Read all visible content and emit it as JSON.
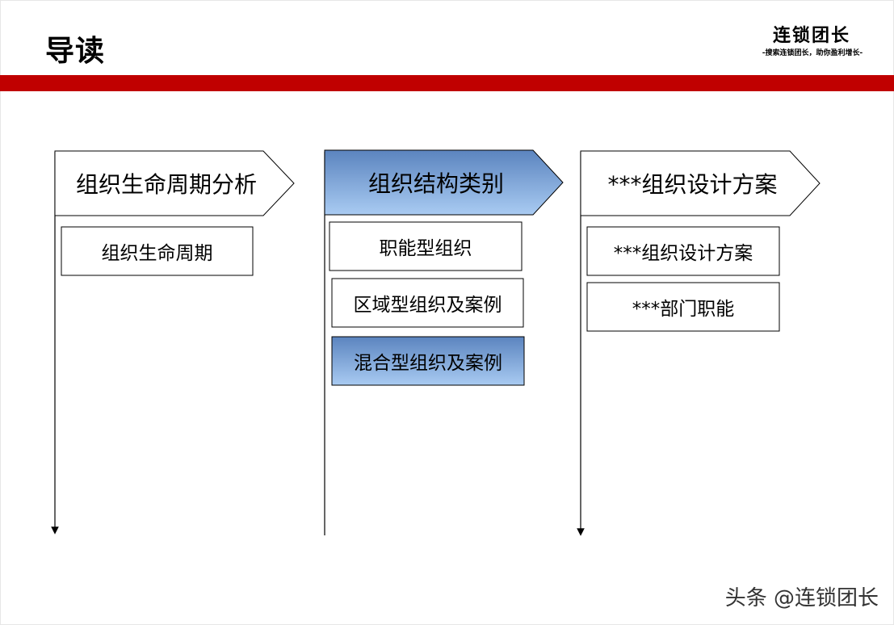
{
  "page": {
    "title": "导读",
    "brand": {
      "name": "连锁团长",
      "slogan": "-搜索连锁团长，助你盈利增长-"
    }
  },
  "columns": [
    {
      "header": "组织生命周期分析",
      "highlighted": false,
      "items": [
        {
          "label": "组织生命周期",
          "highlighted": false
        }
      ]
    },
    {
      "header": "组织结构类别",
      "highlighted": true,
      "items": [
        {
          "label": "职能型组织",
          "highlighted": false
        },
        {
          "label": "区域型组织及案例",
          "highlighted": false
        },
        {
          "label": "混合型组织及案例",
          "highlighted": true
        }
      ]
    },
    {
      "header": "***组织设计方案",
      "highlighted": false,
      "items": [
        {
          "label": "***组织设计方案",
          "highlighted": false
        },
        {
          "label": "***部门职能",
          "highlighted": false
        }
      ]
    }
  ],
  "watermark": "头条 @连锁团长",
  "colors": {
    "accent_bar": "#c00000",
    "highlight_fill_top": "#5b84bf",
    "highlight_fill_bottom": "#a9cbf2"
  }
}
